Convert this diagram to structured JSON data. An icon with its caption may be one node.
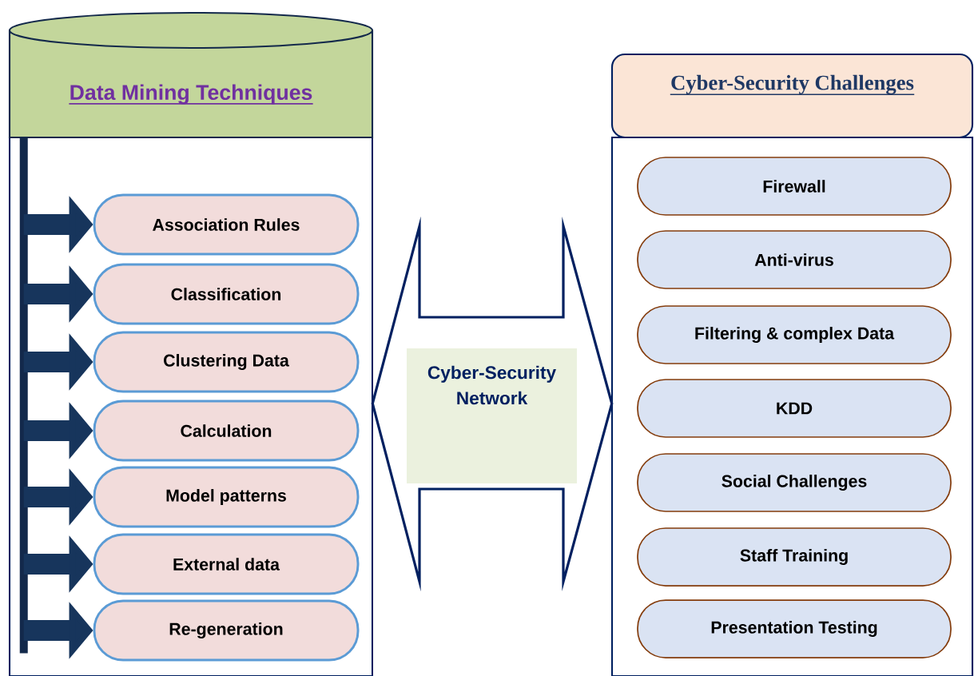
{
  "diagram": {
    "nodes": [
      {
        "text": [
          "Data Mining Techniques"
        ]
      },
      {
        "text": [
          "Association Rules"
        ],
        "in": 0
      },
      {
        "text": [
          "Classification"
        ],
        "in": 0
      },
      {
        "text": [
          "Clustering Data"
        ],
        "in": 0
      },
      {
        "text": [
          "Calculation"
        ],
        "in": 0
      },
      {
        "text": [
          "Model patterns"
        ],
        "in": 0
      },
      {
        "text": [
          "External data"
        ],
        "in": 0
      },
      {
        "text": [
          "Re-generation"
        ],
        "in": 0
      },
      {
        "text": [
          "Cyber-Security Challenges"
        ]
      },
      {
        "text": [
          "Firewall"
        ],
        "in": 8
      },
      {
        "text": [
          "Anti-virus"
        ],
        "in": 8
      },
      {
        "text": [
          "Filtering & complex Data"
        ],
        "in": 8
      },
      {
        "text": [
          "KDD"
        ],
        "in": 8
      },
      {
        "text": [
          "Social Challenges"
        ],
        "in": 8
      },
      {
        "text": [
          "Staff Training"
        ],
        "in": 8
      },
      {
        "text": [
          "Presentation Testing"
        ],
        "in": 8
      }
    ],
    "edges": [
      {
        "from": 0,
        "to": 8,
        "arrow": "both",
        "label": "Cyber-Security Network"
      },
      {
        "from": 0,
        "to": 1,
        "arrow": "to"
      },
      {
        "from": 0,
        "to": 2,
        "arrow": "to"
      },
      {
        "from": 0,
        "to": 3,
        "arrow": "to"
      },
      {
        "from": 0,
        "to": 4,
        "arrow": "to"
      },
      {
        "from": 0,
        "to": 5,
        "arrow": "to"
      },
      {
        "from": 0,
        "to": 6,
        "arrow": "to"
      },
      {
        "from": 0,
        "to": 7,
        "arrow": "to"
      }
    ]
  }
}
